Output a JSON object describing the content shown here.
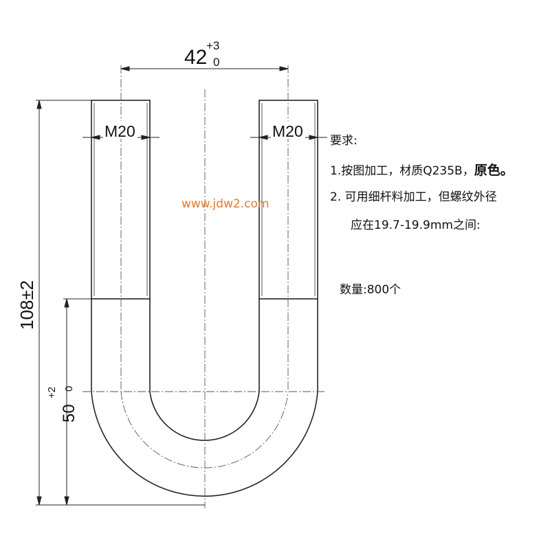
{
  "dimensions": {
    "width_value": "42",
    "width_tol_upper": "+3",
    "width_tol_lower": "0",
    "height_total": "108±2",
    "bend_value": "50",
    "bend_tol_upper": "+2",
    "bend_tol_lower": "0",
    "thread_left": "M20",
    "thread_right": "M20"
  },
  "requirements": {
    "heading": "要求:",
    "item1_text": "1.按图加工，材质Q235B，",
    "item1_bold": "原色。",
    "item2_line1": "2. 可用细杆料加工，但螺纹外径",
    "item2_line2": "应在19.7-19.9mm之间:",
    "quantity": "数量:800个"
  },
  "watermark": "www.jdw2.com"
}
